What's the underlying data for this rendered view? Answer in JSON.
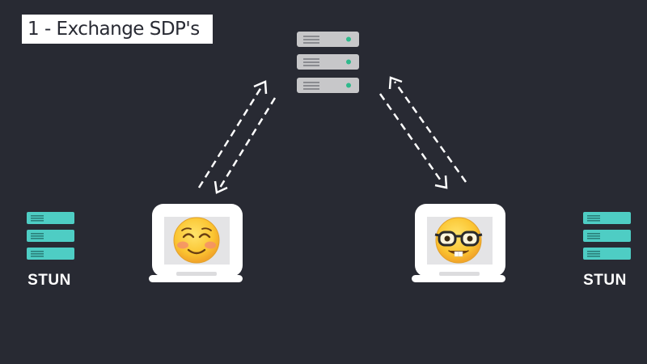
{
  "caption": "1 - Exchange SDP's",
  "signaling_server": {
    "icon": "server-stack-icon",
    "units": 3,
    "color": "#c7c7c9",
    "led_color": "#2fb98c"
  },
  "stun_left": {
    "label": "STUN",
    "icon": "server-stack-icon",
    "units": 3,
    "color": "#4ecdc4"
  },
  "stun_right": {
    "label": "STUN",
    "icon": "server-stack-icon",
    "units": 3,
    "color": "#4ecdc4"
  },
  "peer_left": {
    "icon": "laptop-icon",
    "emoji": "smiling-blushing-emoji"
  },
  "peer_right": {
    "icon": "laptop-icon",
    "emoji": "nerd-face-emoji"
  },
  "arrows": {
    "style": "dashed",
    "color": "#ffffff"
  },
  "colors": {
    "background": "#282a33",
    "emoji_yellow": "#fbc531",
    "emoji_outline": "#e2a12a"
  }
}
